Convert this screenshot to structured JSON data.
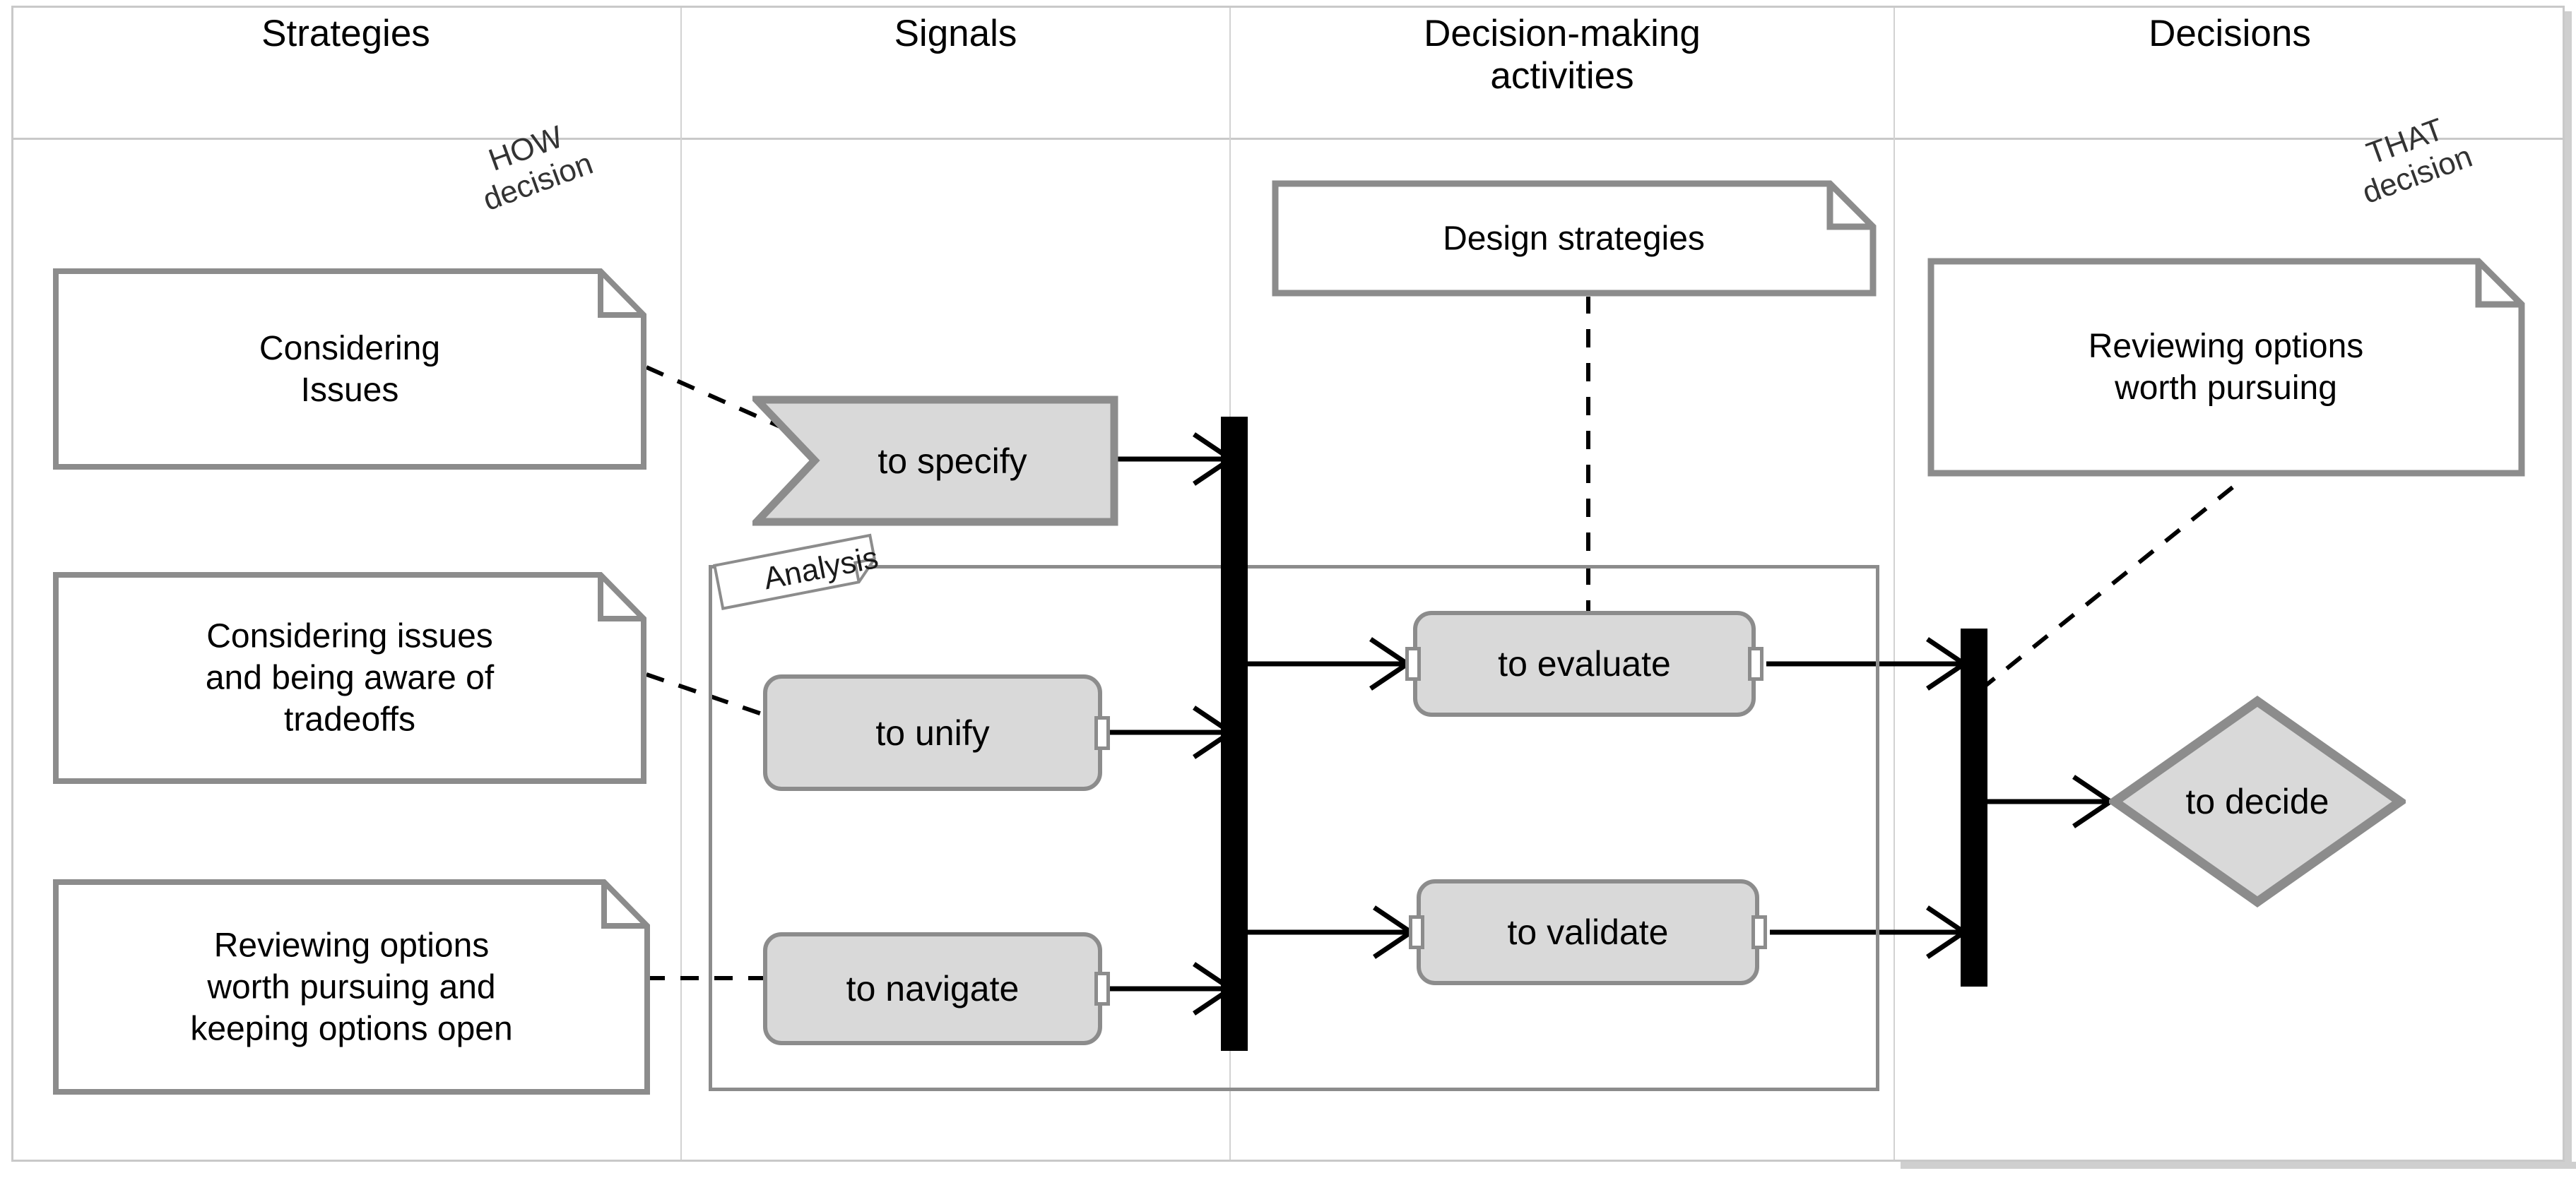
{
  "diagram": {
    "title": "Strategies, Signals, Decision-making activities and Decisions",
    "colors": {
      "shape_stroke": "#8c8c8c",
      "shape_fill": "#d9d9d9",
      "note_fill": "#ffffff",
      "bar_fill": "#000000",
      "grid_line": "#c9c9c9",
      "text": "#000000"
    },
    "columns": [
      {
        "id": "strategies",
        "label": "Strategies"
      },
      {
        "id": "signals",
        "label": "Signals"
      },
      {
        "id": "activities",
        "label": "Decision-making\nactivities"
      },
      {
        "id": "decisions",
        "label": "Decisions"
      }
    ],
    "column_headers": {
      "strategies": "Strategies",
      "signals": "Signals",
      "activities_line1": "Decision-making",
      "activities_line2": "activities",
      "decisions": "Decisions"
    },
    "annotations": {
      "how_decision_line1": "HOW",
      "how_decision_line2": "decision",
      "that_decision_line1": "THAT",
      "that_decision_line2": "decision",
      "analysis": "Analysis"
    },
    "notes": [
      {
        "id": "note-considering-issues",
        "column": "strategies",
        "text": "Considering\nIssues",
        "line1": "Considering",
        "line2": "Issues"
      },
      {
        "id": "note-considering-issues-tradeoffs",
        "column": "strategies",
        "text": "Considering issues and being aware of tradeoffs",
        "line1": "Considering issues",
        "line2": "and being aware of",
        "line3": "tradeoffs"
      },
      {
        "id": "note-reviewing-options-keeping-open",
        "column": "strategies",
        "text": "Reviewing options worth pursuing and keeping options open",
        "line1": "Reviewing options",
        "line2": "worth pursuing and",
        "line3": "keeping options open"
      },
      {
        "id": "note-design-strategies",
        "column": "activities",
        "text": "Design strategies",
        "line1": "Design strategies"
      },
      {
        "id": "note-reviewing-options-worth-pursuing",
        "column": "decisions",
        "text": "Reviewing options worth pursuing",
        "line1": "Reviewing options",
        "line2": "worth pursuing"
      }
    ],
    "signals": [
      {
        "id": "signal-to-specify",
        "label": "to specify",
        "column": "signals"
      }
    ],
    "activities": [
      {
        "id": "activity-to-unify",
        "label": "to unify",
        "column": "signals",
        "ports": [
          "right"
        ]
      },
      {
        "id": "activity-to-navigate",
        "label": "to navigate",
        "column": "signals",
        "ports": [
          "right"
        ]
      },
      {
        "id": "activity-to-evaluate",
        "label": "to evaluate",
        "column": "activities",
        "ports": [
          "left",
          "right"
        ]
      },
      {
        "id": "activity-to-validate",
        "label": "to validate",
        "column": "activities",
        "ports": [
          "left",
          "right"
        ]
      }
    ],
    "decision_nodes": [
      {
        "id": "decision-to-decide",
        "label": "to decide",
        "column": "decisions",
        "shape": "diamond"
      }
    ],
    "containers": [
      {
        "id": "container-analysis",
        "label": "Analysis",
        "spans": [
          "signals",
          "activities"
        ]
      }
    ],
    "bars": [
      {
        "id": "join-bar-signals",
        "column": "signals"
      },
      {
        "id": "join-bar-decisions",
        "column": "decisions"
      }
    ]
  }
}
